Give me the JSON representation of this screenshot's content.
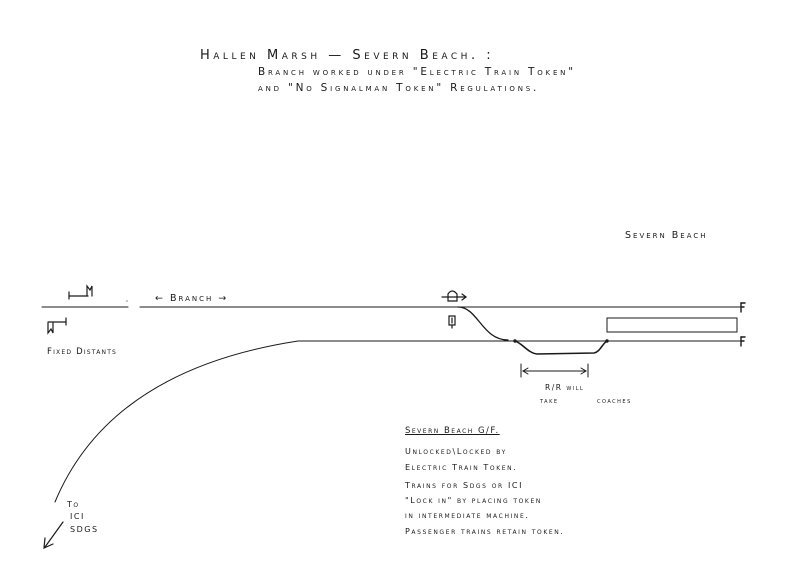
{
  "header": {
    "title": "Hallen Marsh — Severn Beach.   :",
    "subtitle_line1": "Branch worked under \"Electric Train Token\"",
    "subtitle_line2": "and \"No Signalman Token\" Regulations."
  },
  "labels": {
    "station": "Severn Beach",
    "branch": "← Branch →",
    "fixed_distants": "Fixed Distants",
    "rr_line1": "R/R will",
    "rr_line2": "take",
    "rr_line3": "coaches",
    "to_line1": "To",
    "to_line2": "ICI",
    "to_line3": "SDGS"
  },
  "notes": {
    "heading": "Severn Beach G/F.",
    "lines": [
      "Unlocked\\Locked by",
      "Electric Train Token.",
      "Trains for Sdgs or ICI",
      "\"Lock in\" by placing token",
      "in intermediate machine.",
      "Passenger trains retain token."
    ]
  },
  "symbols": {
    "distant_signal_up": "signal-icon",
    "distant_signal_down": "signal-icon",
    "ground_frame": "ground-frame-icon",
    "ground_signal": "ground-signal-icon",
    "buffer_stop": "buffer-stop-icon",
    "platform": "platform-rect"
  },
  "colors": {
    "ink": "#1a1a1a",
    "paper": "#ffffff"
  }
}
